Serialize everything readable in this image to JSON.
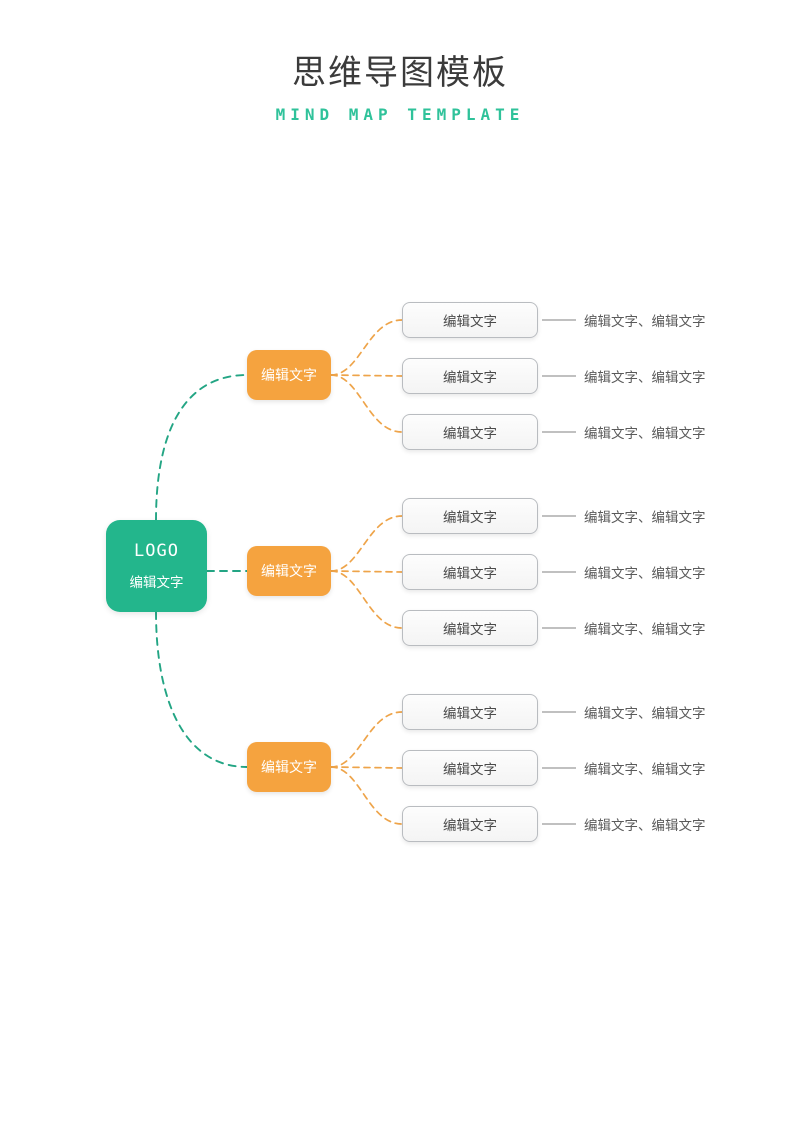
{
  "header": {
    "title": "思维导图模板",
    "subtitle": "MIND MAP TEMPLATE",
    "subtitle_color": "#2fc29a",
    "title_color": "#3b3b3b"
  },
  "colors": {
    "center_node": "#23b68c",
    "branch_node": "#f5a33f",
    "leaf_border": "#b9bcc0",
    "leaf_fill": "#f7f7f7",
    "green_edge": "#23a584",
    "orange_edge": "#eea44a",
    "tail_line": "#9a9a9a",
    "tail_text": "#5a5a5a"
  },
  "center": {
    "logo": "LOGO",
    "label": "编辑文字"
  },
  "branches": [
    {
      "label": "编辑文字",
      "leaves": [
        {
          "label": "编辑文字",
          "tail": "编辑文字、编辑文字"
        },
        {
          "label": "编辑文字",
          "tail": "编辑文字、编辑文字"
        },
        {
          "label": "编辑文字",
          "tail": "编辑文字、编辑文字"
        }
      ]
    },
    {
      "label": "编辑文字",
      "leaves": [
        {
          "label": "编辑文字",
          "tail": "编辑文字、编辑文字"
        },
        {
          "label": "编辑文字",
          "tail": "编辑文字、编辑文字"
        },
        {
          "label": "编辑文字",
          "tail": "编辑文字、编辑文字"
        }
      ]
    },
    {
      "label": "编辑文字",
      "leaves": [
        {
          "label": "编辑文字",
          "tail": "编辑文字、编辑文字"
        },
        {
          "label": "编辑文字",
          "tail": "编辑文字、编辑文字"
        },
        {
          "label": "编辑文字",
          "tail": "编辑文字、编辑文字"
        }
      ]
    }
  ]
}
